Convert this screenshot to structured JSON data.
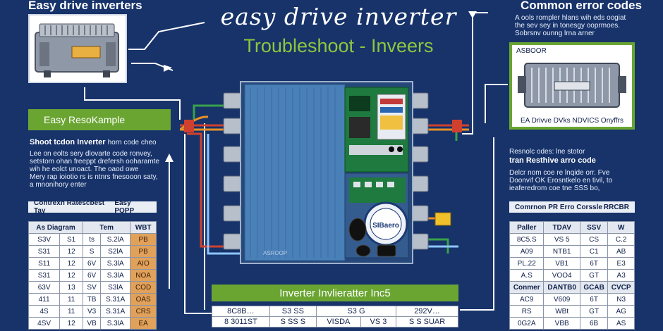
{
  "title": "easy drive inverter",
  "subtitle": "Troubleshoot - Inveers",
  "left": {
    "heading": "Easy drive inverters",
    "banner": "Easy ResoKample",
    "shoot_title": "Shoot tcdon Inverter",
    "shoot_suffix": "horn code cheo",
    "paragraph": [
      "Lee on eolts sery dlovarte code ronvey,",
      "setstom ohan freeppt drefersh ooharamte",
      "wih he eolct unoact. The oaod owe",
      "Mery rap ioiotio rs is ntnrs fnesooon saty,",
      "a mnonihory enter"
    ],
    "strip_left": "Contrexn Ratescbest Tay",
    "strip_right": "Easy POPP",
    "table": {
      "head": [
        "As Diagram",
        "Tem",
        "WBT"
      ],
      "rows": [
        [
          "S3V",
          "S1",
          "ts",
          "S.2lA",
          "PB"
        ],
        [
          "S31",
          "12",
          "S",
          "S2lA",
          "PB"
        ],
        [
          "S11",
          "12",
          "6V",
          "S.3lA",
          "AIO"
        ],
        [
          "S31",
          "12",
          "6V",
          "S.3lA",
          "NOA"
        ],
        [
          "63V",
          "13",
          "SV",
          "S3lA",
          "COD"
        ],
        [
          "411",
          "11",
          "TB",
          "S.31A",
          "OAS"
        ],
        [
          "4S",
          "11",
          "V3",
          "S.31A",
          "CRS"
        ],
        [
          "4SV",
          "12",
          "VB",
          "S.3lA",
          "EA"
        ]
      ]
    }
  },
  "right": {
    "heading": "Common error codes",
    "desc": [
      "A ools rompler hlans wih eds oogiat",
      "the sev sey in tonesgy ooprmoes.",
      "Sobrsnv ounng lrna arner"
    ],
    "photo_label": "ASBOOR",
    "caption": "EA Drivve DVks NDVICS Onyffrs",
    "resolve_title": "Resnolc odes: lne stotor",
    "resolve_sub": "tran Resthive arro code",
    "paragraph": [
      "Delcr nom coe re lnqide orr. Fve",
      "Doonvif OK Erosntkelo en tivil,  to",
      "ieaferedrom coe tne SSS bo,"
    ],
    "strip_left": "Comrnon PR Erro Corssle",
    "strip_right": "RRCBR",
    "table": {
      "head": [
        "Paller",
        "TDAV",
        "SSV",
        "W"
      ],
      "rows": [
        [
          "8C5.S",
          "VS 5",
          "CS",
          "C.2"
        ],
        [
          "A09",
          "NTB1",
          "C1",
          "AB"
        ],
        [
          "PL.22",
          "VB1",
          "6T",
          "E3"
        ],
        [
          "A.S",
          "VOO4",
          "GT",
          "A3"
        ],
        [
          "Conmer",
          "DANTB0",
          "GCAB",
          "CVCP"
        ],
        [
          "AC9",
          "V609",
          "6T",
          "N3"
        ],
        [
          "RS",
          "WBt",
          "GT",
          "AG"
        ],
        [
          "0G2A",
          "VBB",
          "6B",
          "AS"
        ]
      ]
    }
  },
  "bottom": {
    "banner": "Inverter Invlieratter Inc5",
    "table": {
      "rows": [
        [
          "8C8B…",
          "S3 SS",
          "S3 G",
          "292V…"
        ],
        [
          "8 3011ST",
          "S SS S",
          "VISDA",
          "VS 3",
          "S S SUAR"
        ]
      ]
    }
  },
  "device": {
    "badge": "SIBaero",
    "brand": "ASROOP"
  },
  "colors": {
    "background": "#17336a",
    "accent_green": "#6aa532",
    "title_green": "#8dc63f",
    "housing_blue": "#4a80b8",
    "pcb_green": "#1e7a3e",
    "wire_red": "#d0402e",
    "wire_orange": "#e89028",
    "wire_green": "#38a24a"
  }
}
